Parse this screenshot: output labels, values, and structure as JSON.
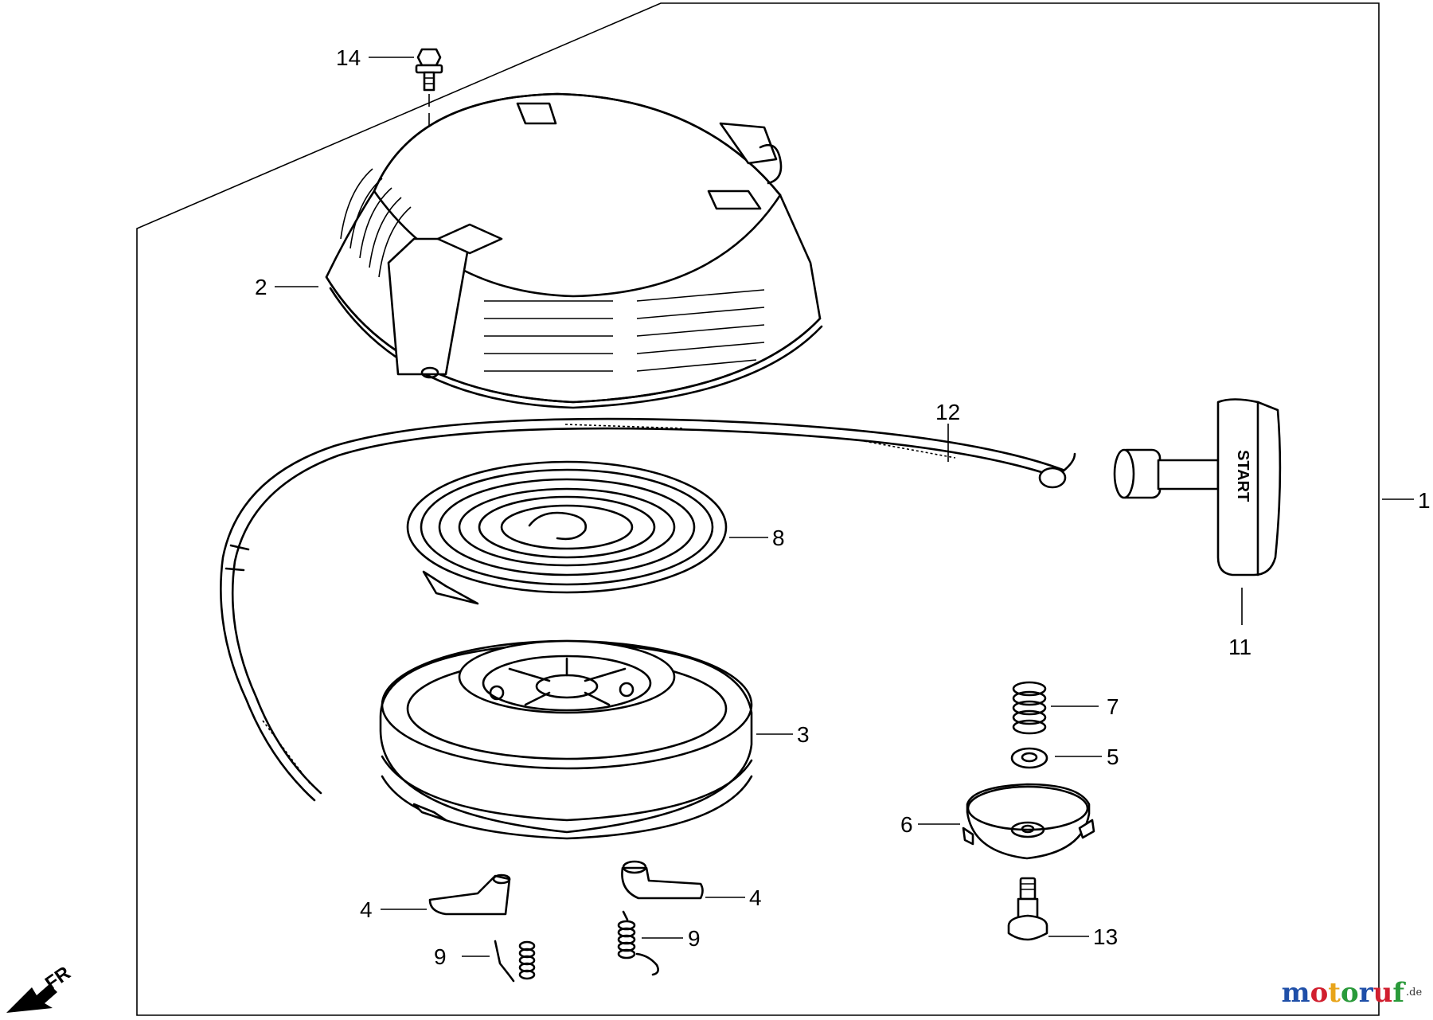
{
  "callouts": {
    "c1": "1",
    "c2": "2",
    "c3": "3",
    "c4a": "4",
    "c4b": "4",
    "c5": "5",
    "c6": "6",
    "c7": "7",
    "c8": "8",
    "c9a": "9",
    "c9b": "9",
    "c11": "11",
    "c12": "12",
    "c13": "13",
    "c14": "14"
  },
  "handle_text": "START",
  "direction_label": "FR",
  "watermark": {
    "letters": [
      "m",
      "o",
      "t",
      "o",
      "r",
      "u",
      "f"
    ],
    "colors": [
      "#1f4fa8",
      "#d11f2f",
      "#e8a41a",
      "#2a9a3a",
      "#1f4fa8",
      "#d11f2f",
      "#2a9a3a"
    ],
    "suffix": ".de"
  }
}
